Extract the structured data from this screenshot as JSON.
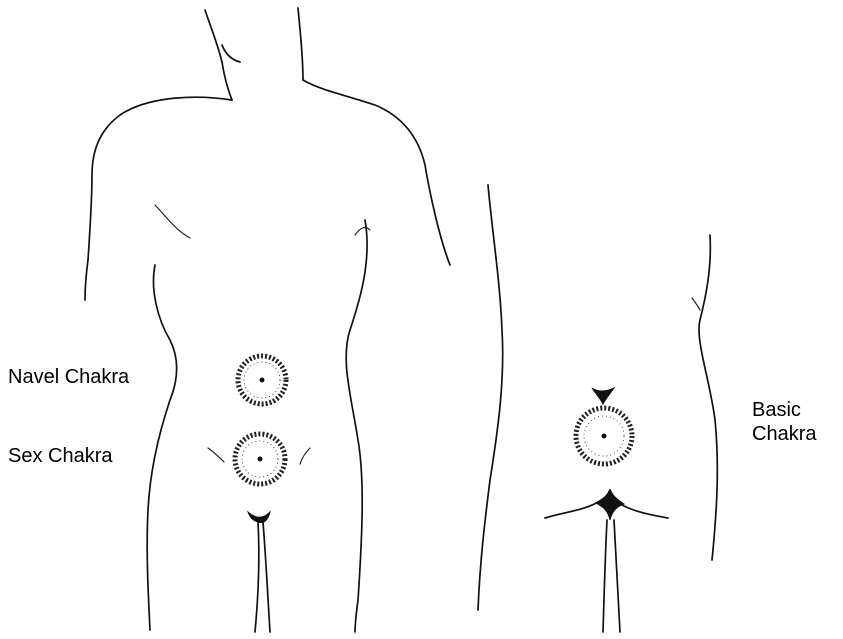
{
  "labels": {
    "navel_chakra": "Navel Chakra",
    "sex_chakra": "Sex Chakra",
    "basic_chakra_line1": "Basic",
    "basic_chakra_line2": "Chakra"
  },
  "colors": {
    "ink": "#111111",
    "background": "#ffffff"
  }
}
